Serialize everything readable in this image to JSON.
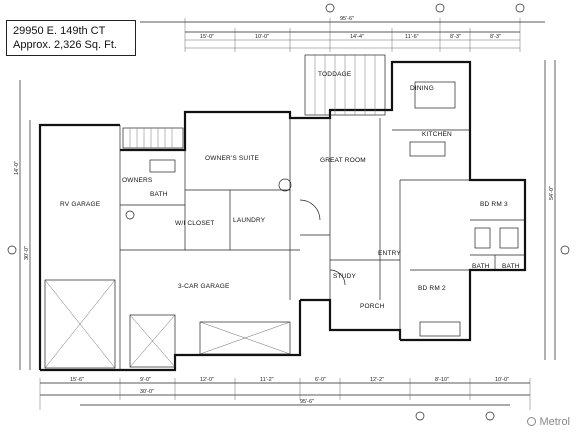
{
  "header": {
    "address": "29950 E. 149th CT",
    "area": "Approx. 2,326 Sq. Ft."
  },
  "rooms": {
    "toddage": "TODDAGE",
    "dining": "DINING",
    "kitchen": "KITCHEN",
    "owners_suite": "OWNER'S SUITE",
    "great_room": "GREAT ROOM",
    "rv_garage": "RV GARAGE",
    "owners_bath_1": "OWNERS",
    "owners_bath_2": "BATH",
    "walk_in_closet": "W/I CLOSET",
    "laundry": "LAUNDRY",
    "bdrm3": "BD RM 3",
    "bdrm2": "BD RM 2",
    "bath": "BATH",
    "bath2": "BATH",
    "entry": "ENTRY",
    "study": "STUDY",
    "garage3": "3-CAR GARAGE",
    "porch": "PORCH"
  },
  "watermark": "Metrol"
}
